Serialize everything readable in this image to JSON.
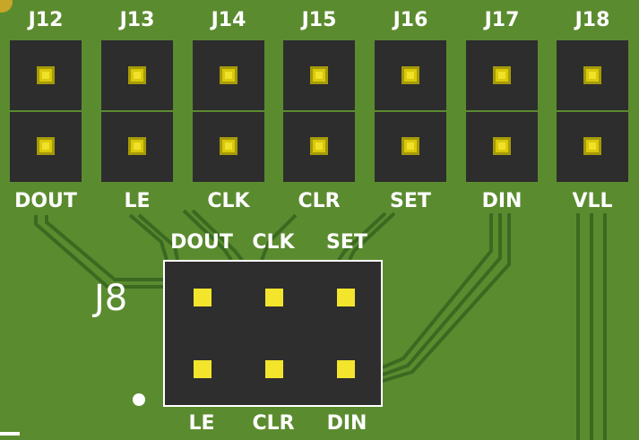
{
  "headers": [
    {
      "ref": "J12",
      "signal": "DOUT"
    },
    {
      "ref": "J13",
      "signal": "LE"
    },
    {
      "ref": "J14",
      "signal": "CLK"
    },
    {
      "ref": "J15",
      "signal": "CLR"
    },
    {
      "ref": "J16",
      "signal": "SET"
    },
    {
      "ref": "J17",
      "signal": "DIN"
    },
    {
      "ref": "J18",
      "signal": "VLL"
    }
  ],
  "connector": {
    "ref": "J8",
    "top_labels": [
      "DOUT",
      "CLK",
      "SET"
    ],
    "bottom_labels": [
      "LE",
      "CLR",
      "DIN"
    ]
  },
  "colors": {
    "board": "#5b8b2f",
    "trace": "#3d6e22",
    "header_body": "#2d2d2d",
    "pad": "#d9c90a",
    "silkscreen": "#ffffff"
  }
}
